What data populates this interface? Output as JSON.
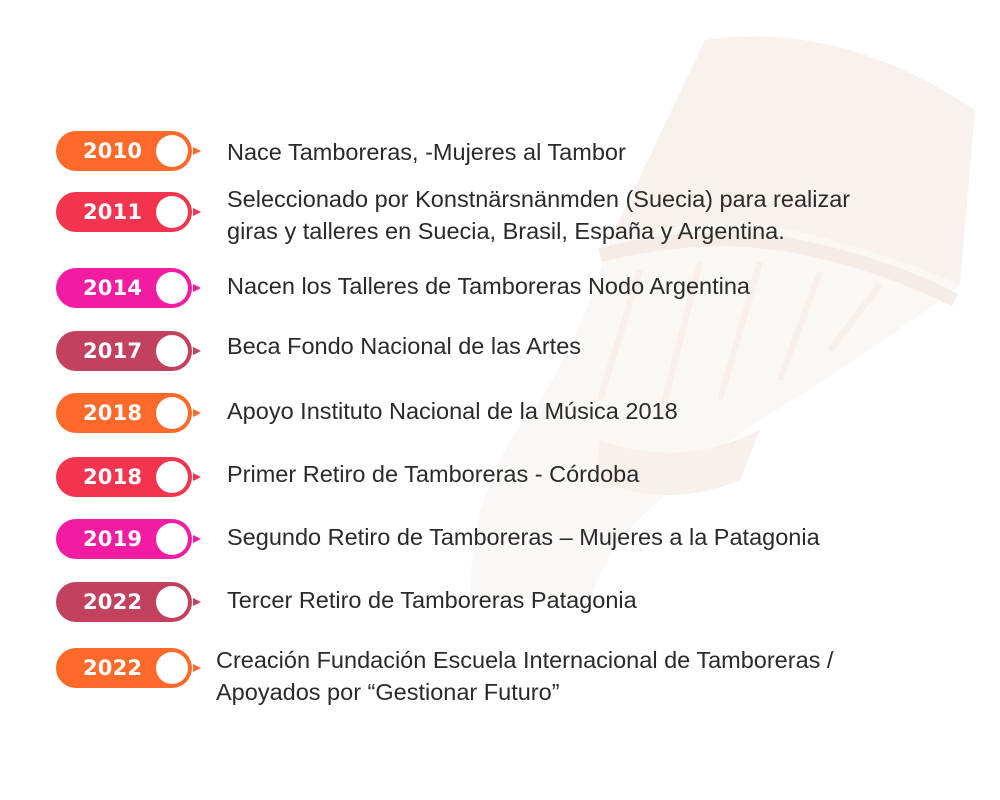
{
  "colors": {
    "orange": "#ff6a2a",
    "red": "#f3344f",
    "magenta": "#f21ca3",
    "burgundy": "#c2415f",
    "drum_tint": "#f6eeea"
  },
  "background_image": {
    "icon": "djembe-drum-icon"
  },
  "timeline": [
    {
      "year": "2010",
      "color": "#ff6a2a",
      "lines": [
        "Nace Tamboreras, -Mujeres al Tambor"
      ]
    },
    {
      "year": "2011",
      "color": "#f3344f",
      "lines": [
        "Seleccionado por Konstnärsnänmden (Suecia) para realizar",
        "giras y talleres en Suecia, Brasil, España y Argentina."
      ]
    },
    {
      "year": "2014",
      "color": "#f21ca3",
      "lines": [
        " Nacen los Talleres de Tamboreras Nodo Argentina"
      ]
    },
    {
      "year": "2017",
      "color": "#c2415f",
      "lines": [
        "Beca  Fondo Nacional de las Artes"
      ]
    },
    {
      "year": "2018",
      "color": "#ff6a2a",
      "lines": [
        "Apoyo Instituto Nacional de la Música 2018"
      ]
    },
    {
      "year": "2018",
      "color": "#f3344f",
      "lines": [
        "Primer Retiro de Tamboreras - Córdoba"
      ]
    },
    {
      "year": "2019",
      "color": "#f21ca3",
      "lines": [
        "Segundo Retiro de Tamboreras – Mujeres a la Patagonia"
      ]
    },
    {
      "year": "2022",
      "color": "#c2415f",
      "lines": [
        "Tercer Retiro de Tamboreras Patagonia"
      ]
    },
    {
      "year": "2022",
      "color": "#ff6a2a",
      "lines": [
        "Creación Fundación Escuela Internacional de Tamboreras /",
        "Apoyados por “Gestionar Futuro”"
      ]
    }
  ]
}
